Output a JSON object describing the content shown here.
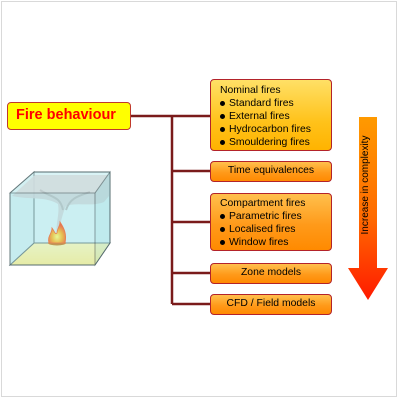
{
  "main": {
    "label": "Fire behaviour"
  },
  "categories": {
    "nominal": {
      "title": "Nominal fires",
      "items": [
        "Standard fires",
        "External fires",
        "Hydrocarbon fires",
        "Smouldering fires"
      ]
    },
    "time_equivalences": {
      "title": "Time equivalences"
    },
    "compartment": {
      "title": "Compartment fires",
      "items": [
        "Parametric fires",
        "Localised fires",
        "Window fires"
      ]
    },
    "zone_models": {
      "title": "Zone models"
    },
    "cfd": {
      "title": "CFD / Field models"
    }
  },
  "complexity_arrow": {
    "label": "Increase in complexity"
  },
  "colors": {
    "connector": "#7a1b1b",
    "main_fill": "#ffff00",
    "main_text": "#ff0000",
    "yellow_box": "#ffc21a",
    "orange_box": "#ff9a1a",
    "arrow_top": "#ff8c00",
    "arrow_bottom": "#ff1a00"
  }
}
